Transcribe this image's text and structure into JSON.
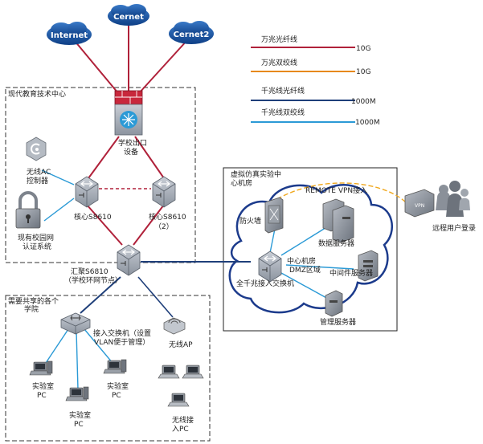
{
  "clouds": {
    "internet": "Internet",
    "cernet": "Cernet",
    "cernet2": "Cernet2"
  },
  "legend": {
    "items": [
      {
        "label": "万兆光纤线",
        "speed": "10G",
        "color": "#b0213a"
      },
      {
        "label": "万兆双绞线",
        "speed": "10G",
        "color": "#e7891a"
      },
      {
        "label": "千兆线光纤线",
        "speed": "1000M",
        "color": "#1f3f7a"
      },
      {
        "label": "千兆线双绞线",
        "speed": "1000M",
        "color": "#2b9ad6"
      }
    ]
  },
  "regions": {
    "tech_center": "现代教育技术中心",
    "virtual_lab_line1": "虚拟仿真实验中",
    "virtual_lab_line2": "心机房",
    "colleges_line1": "需要共享的各个",
    "colleges_line2": "学院"
  },
  "devices": {
    "egress_line1": "学校出口",
    "egress_line2": "设备",
    "ac_line1": "无线AC",
    "ac_line2": "控制器",
    "auth_line1": "现有校园网",
    "auth_line2": "认证系统",
    "core1": "核心S8610",
    "core2_line1": "核心S8610",
    "core2_line2": "（2）",
    "agg_line1": "汇聚S6810",
    "agg_line2": "（学校环网节点）",
    "access_line1": "接入交换机（设置",
    "access_line2": "VLAN便于管理）",
    "ap": "无线AP",
    "lab_pc1_line1": "实验室",
    "lab_pc1_line2": "PC",
    "lab_pc2_line1": "实验室",
    "lab_pc2_line2": "PC",
    "lab_pc3_line1": "实验室",
    "lab_pc3_line2": "PC",
    "wifi_pc_line1": "无线接",
    "wifi_pc_line2": "入PC",
    "firewall": "防火墙",
    "data_server": "数据服务器",
    "dmz_line1": "中心机房",
    "dmz_line2": "DMZ区域",
    "mw_server": "中间件服务器",
    "gig_switch": "全千兆接入交换机",
    "mgmt_server": "管理服务器",
    "remote_vpn": "REMOTE VPN接入",
    "vpn": "VPN",
    "remote_users": "远程用户登录"
  }
}
